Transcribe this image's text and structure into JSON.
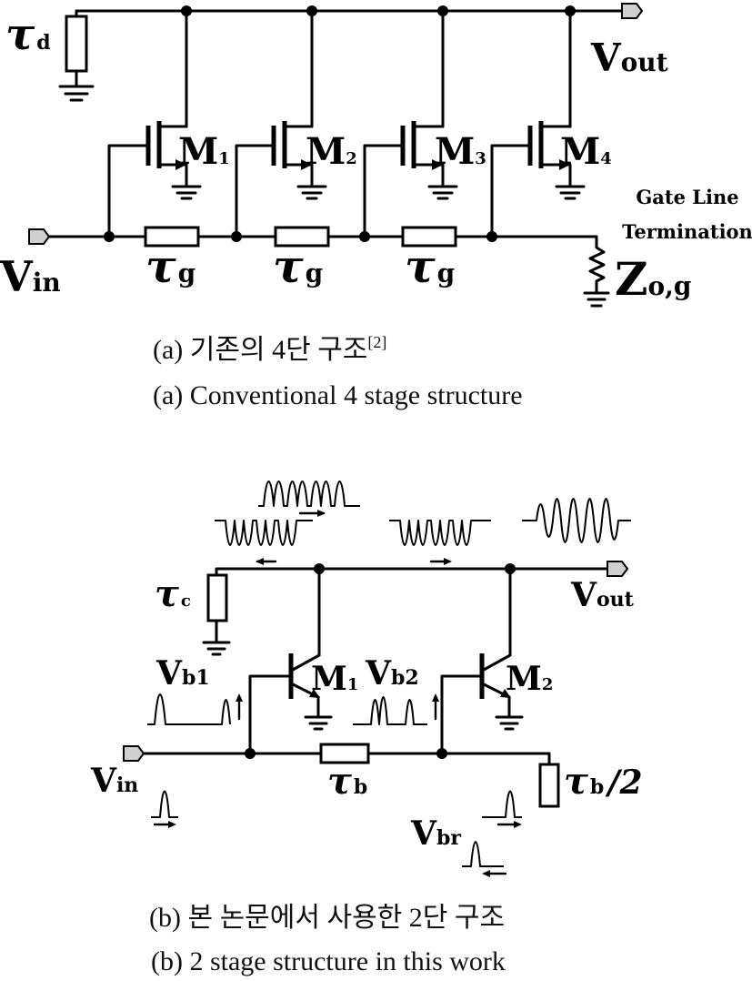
{
  "figure_a": {
    "tau_d": {
      "sym": "τ",
      "sub": "d"
    },
    "vout": {
      "main": "V",
      "sub": "out"
    },
    "vin": {
      "main": "V",
      "sub": "in"
    },
    "transistors": [
      {
        "main": "M",
        "sub": "1"
      },
      {
        "main": "M",
        "sub": "2"
      },
      {
        "main": "M",
        "sub": "3"
      },
      {
        "main": "M",
        "sub": "4"
      }
    ],
    "tau_g": [
      {
        "sym": "τ",
        "sub": "g"
      },
      {
        "sym": "τ",
        "sub": "g"
      },
      {
        "sym": "τ",
        "sub": "g"
      }
    ],
    "termination_line1": "Gate Line",
    "termination_line2": "Termination",
    "z_og": {
      "main": "Z",
      "sub": "o,g"
    },
    "caption_ko": "(a) 기존의 4단 구조",
    "caption_ref": "[2]",
    "caption_en": "(a) Conventional 4 stage structure"
  },
  "figure_b": {
    "tau_c": {
      "sym": "τ",
      "sub": "c"
    },
    "vout": {
      "main": "V",
      "sub": "out"
    },
    "vin": {
      "main": "V",
      "sub": "in"
    },
    "vb1": {
      "main": "V",
      "sub": "b1"
    },
    "vb2": {
      "main": "V",
      "sub": "b2"
    },
    "vbr": {
      "main": "V",
      "sub": "br"
    },
    "m1": {
      "main": "M",
      "sub": "1"
    },
    "m2": {
      "main": "M",
      "sub": "2"
    },
    "tau_b": {
      "sym": "τ",
      "sub": "b"
    },
    "tau_b2": {
      "sym": "τ",
      "sub": "b",
      "suffix": "/2"
    },
    "caption_ko": "(b) 본 논문에서 사용한 2단 구조",
    "caption_en": "(b) 2 stage structure in this work"
  }
}
